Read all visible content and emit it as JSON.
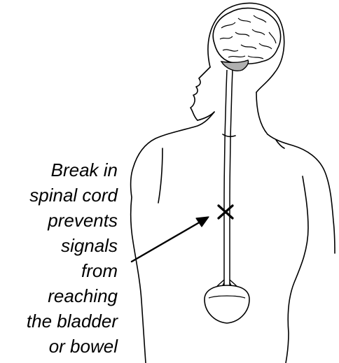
{
  "annotation": {
    "lines": [
      "Break in",
      "spinal cord",
      "prevents",
      "signals",
      "from",
      "reaching",
      "the bladder",
      "or bowel"
    ]
  },
  "colors": {
    "ink": "#000000",
    "background": "#ffffff",
    "brainstem_fill": "#b0b0b0"
  },
  "marks": {
    "break_marker": "x-mark-icon",
    "pointer": "arrow-icon"
  }
}
